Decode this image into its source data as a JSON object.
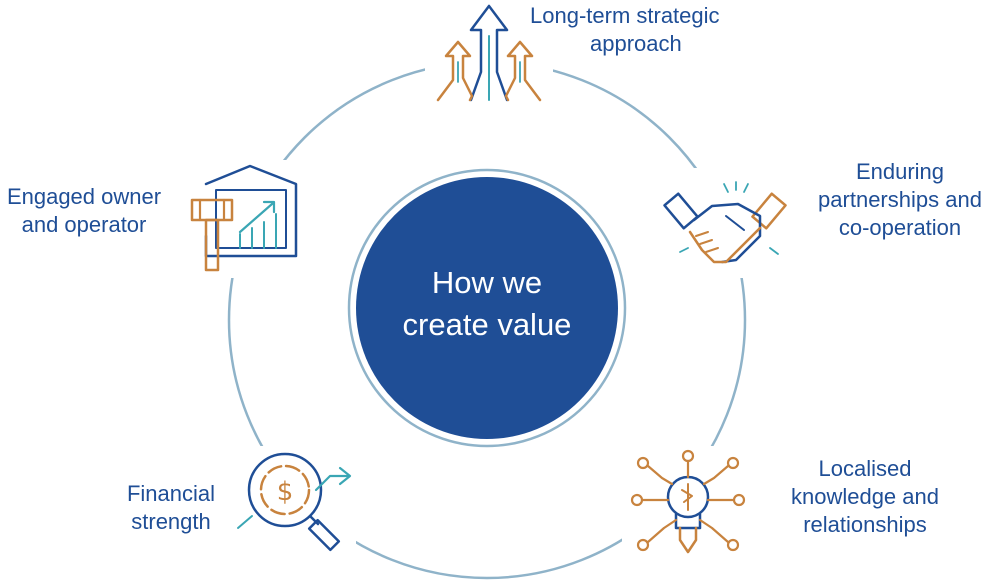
{
  "center": {
    "line1": "How we",
    "line2": "create value"
  },
  "items": [
    {
      "id": "long-term",
      "lines": [
        "Long-term strategic",
        "approach"
      ],
      "icon": "arrows-up-icon"
    },
    {
      "id": "partnerships",
      "lines": [
        "Enduring",
        "partnerships and",
        "co-operation"
      ],
      "icon": "handshake-icon"
    },
    {
      "id": "localised",
      "lines": [
        "Localised",
        "knowledge and",
        "relationships"
      ],
      "icon": "lightbulb-network-icon"
    },
    {
      "id": "financial",
      "lines": [
        "Financial",
        "strength"
      ],
      "icon": "dollar-magnifier-icon"
    },
    {
      "id": "engaged",
      "lines": [
        "Engaged owner",
        "and operator"
      ],
      "icon": "gavel-building-icon"
    }
  ],
  "colors": {
    "navy": "#1f4e96",
    "ring": "#8fb3c9",
    "orange": "#c8833e",
    "teal": "#3aa6b4"
  }
}
